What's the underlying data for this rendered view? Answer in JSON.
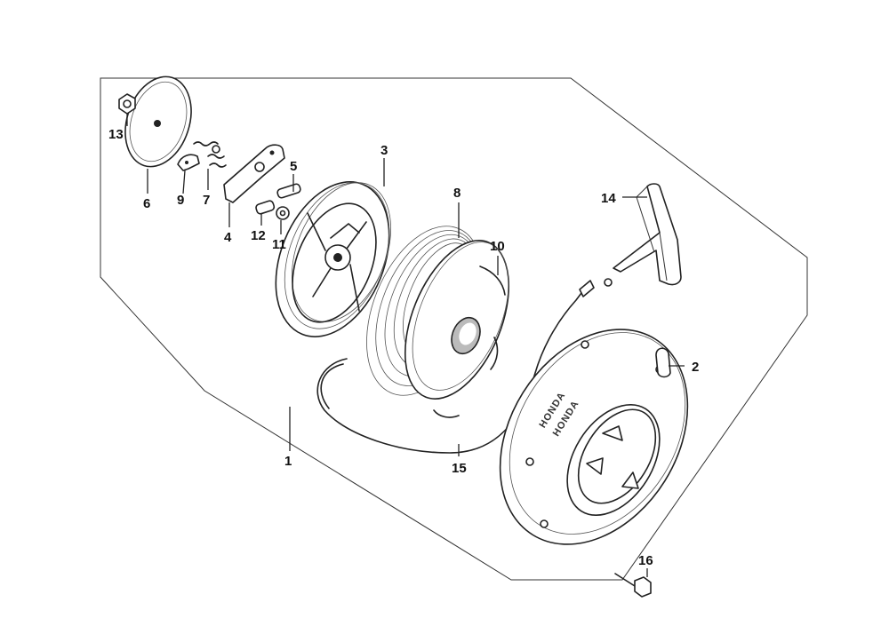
{
  "callouts": {
    "c1": "1",
    "c2": "2",
    "c3": "3",
    "c4": "4",
    "c5": "5",
    "c6": "6",
    "c7": "7",
    "c8": "8",
    "c9": "9",
    "c10": "10",
    "c11": "11",
    "c12": "12",
    "c13": "13",
    "c14": "14",
    "c15": "15",
    "c16": "16"
  },
  "housing_stamp": [
    "HONDA",
    "HONDA"
  ],
  "colors": {
    "line": "#222222",
    "background": "#ffffff"
  }
}
